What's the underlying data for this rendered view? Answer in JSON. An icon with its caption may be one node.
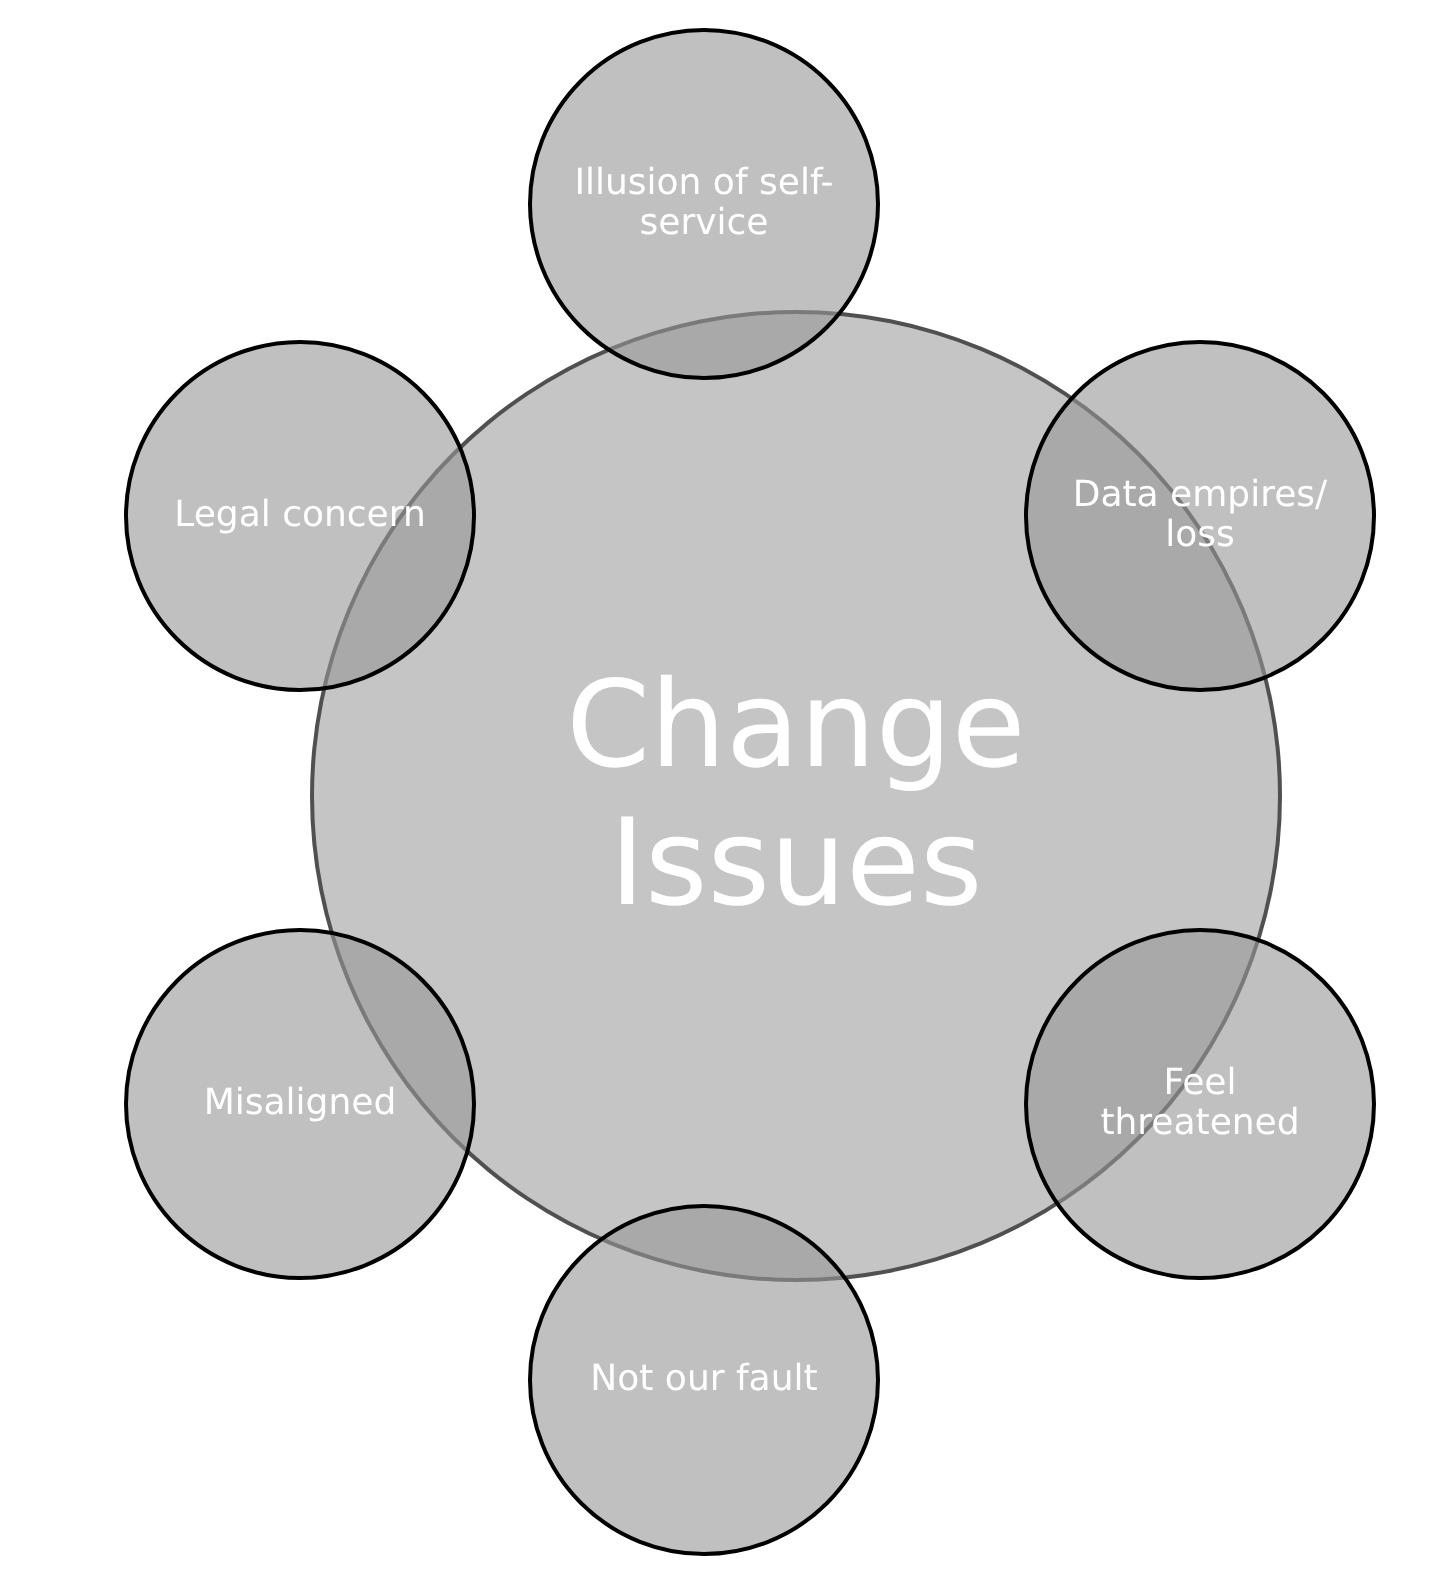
{
  "diagram": {
    "nodes": [
      {
        "text": [
          "Change Issues"
        ]
      },
      {
        "text": [
          "Illusion of self-service"
        ]
      },
      {
        "text": [
          "Data empires/ loss"
        ]
      },
      {
        "text": [
          "Feel threatened"
        ]
      },
      {
        "text": [
          "Not our fault"
        ]
      },
      {
        "text": [
          "Misaligned"
        ]
      },
      {
        "text": [
          "Legal concern"
        ]
      }
    ],
    "edges": []
  }
}
